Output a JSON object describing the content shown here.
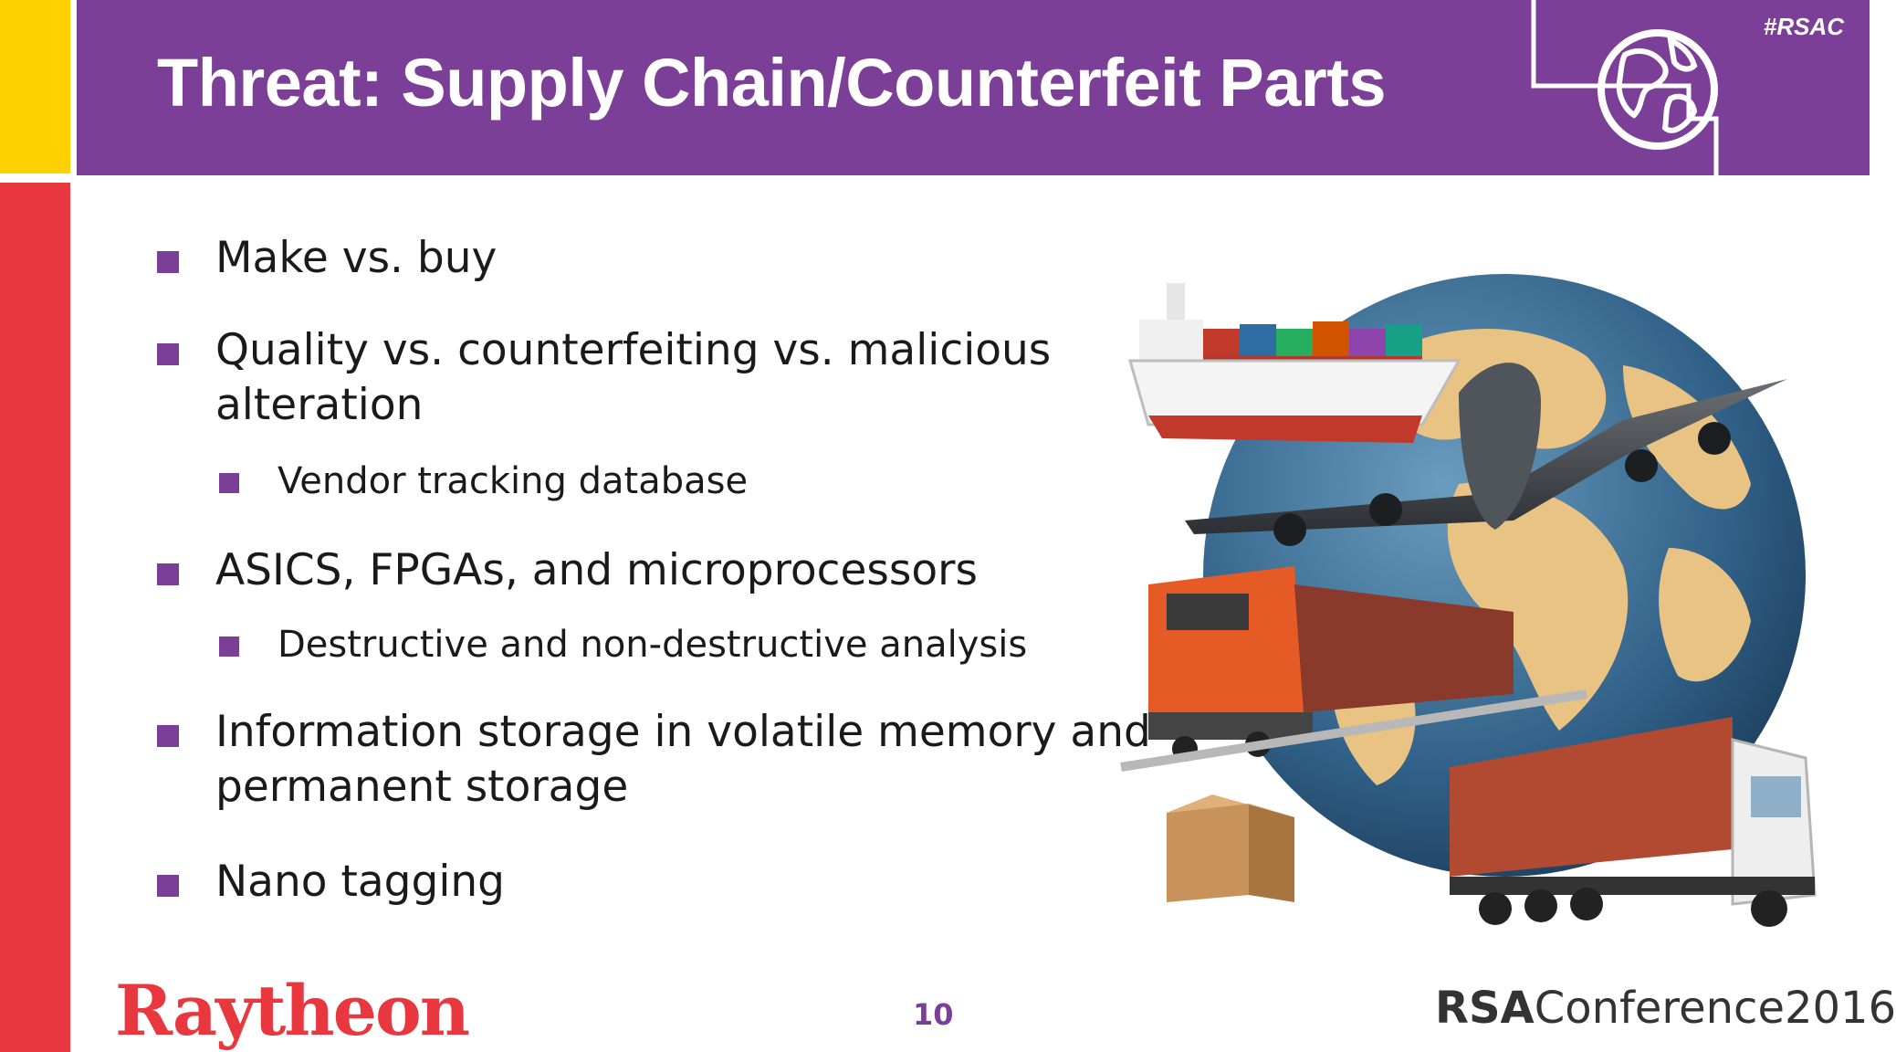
{
  "header": {
    "title": "Threat: Supply Chain/Counterfeit Parts",
    "hashtag": "#RSAC",
    "icon": "globe-icon"
  },
  "bullets": {
    "b1": "Make vs. buy",
    "b2_line1": "Quality vs. counterfeiting vs. malicious",
    "b2_line2": "alteration",
    "b2_sub": "Vendor tracking database",
    "b3": "ASICS, FPGAs, and microprocessors",
    "b3_sub": "Destructive and non-destructive analysis",
    "b4_line1": "Information storage in volatile memory and",
    "b4_line2": "permanent storage",
    "b5": "Nano tagging"
  },
  "footer": {
    "company_logo": "Raytheon",
    "page_number": "10",
    "conference_brand": "RSA",
    "conference_rest": "Conference2016"
  },
  "colors": {
    "purple": "#7b3f98",
    "red": "#e8373e",
    "yellow": "#ffd000"
  }
}
